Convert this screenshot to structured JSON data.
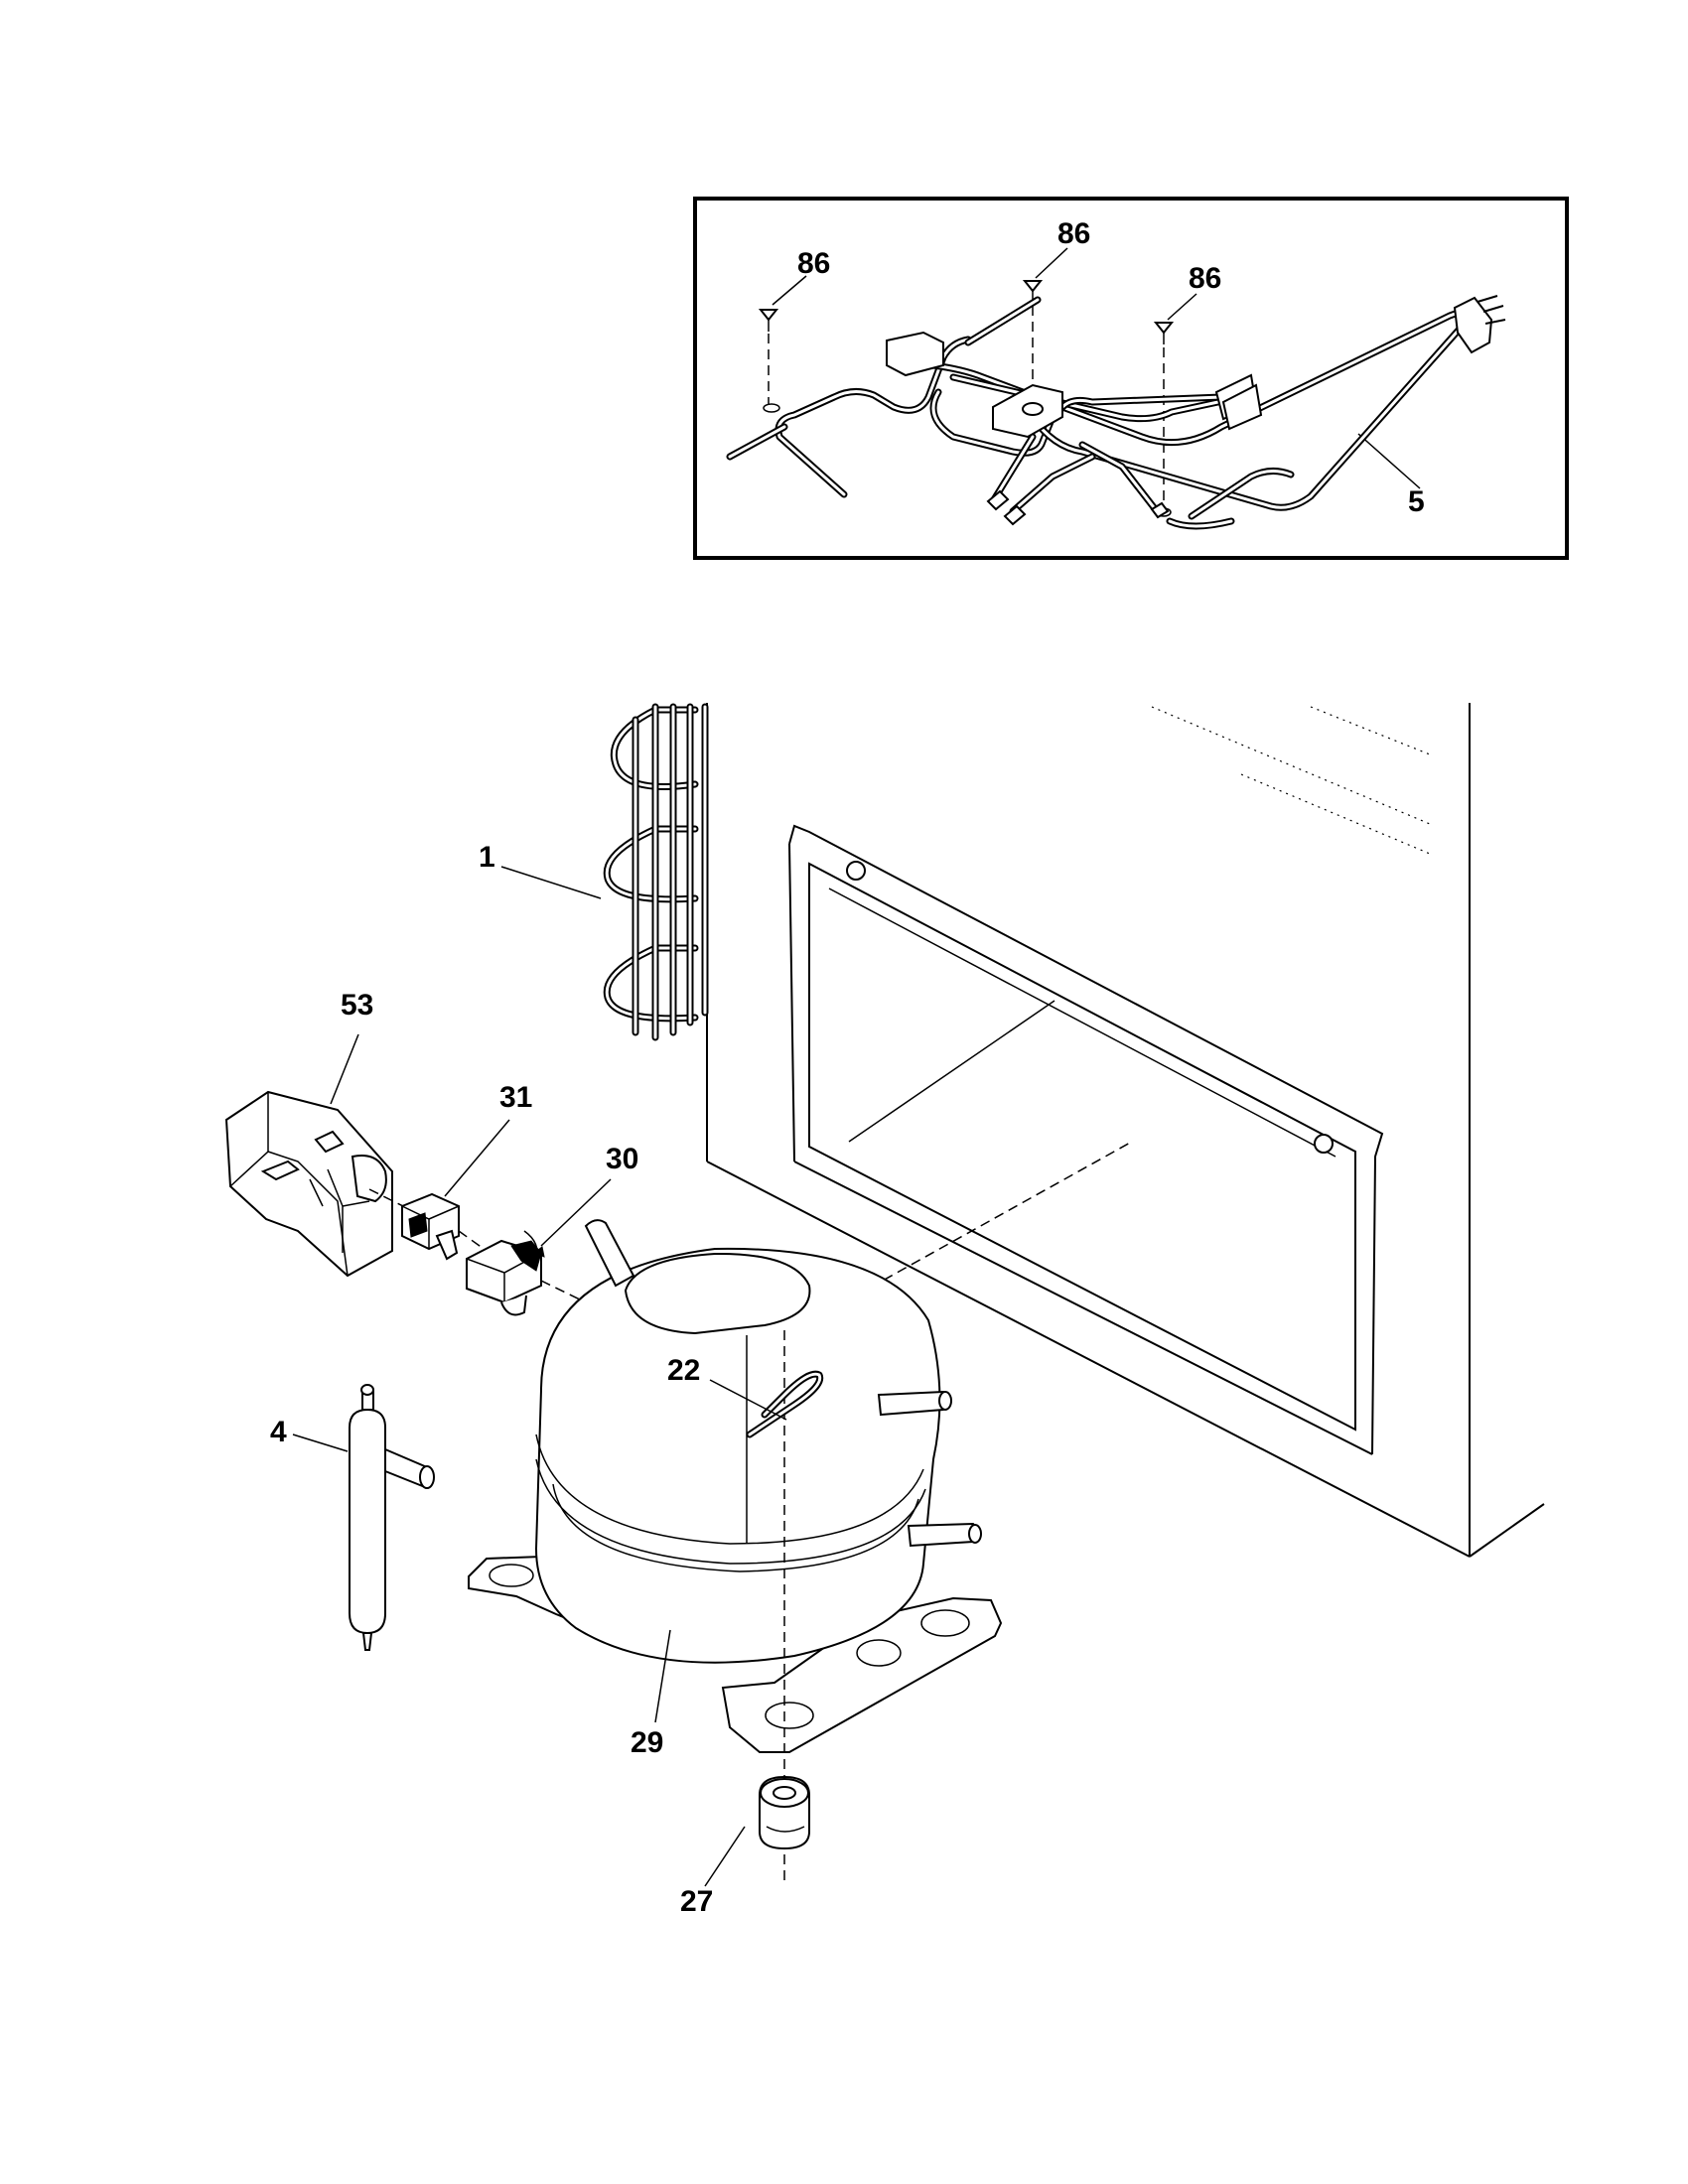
{
  "callouts": {
    "screw_left": "86",
    "screw_middle": "86",
    "screw_right": "86",
    "harness": "5",
    "condenser": "1",
    "cover": "53",
    "overload": "31",
    "relay": "30",
    "drier": "4",
    "clip": "22",
    "compressor": "29",
    "grommet": "27"
  }
}
